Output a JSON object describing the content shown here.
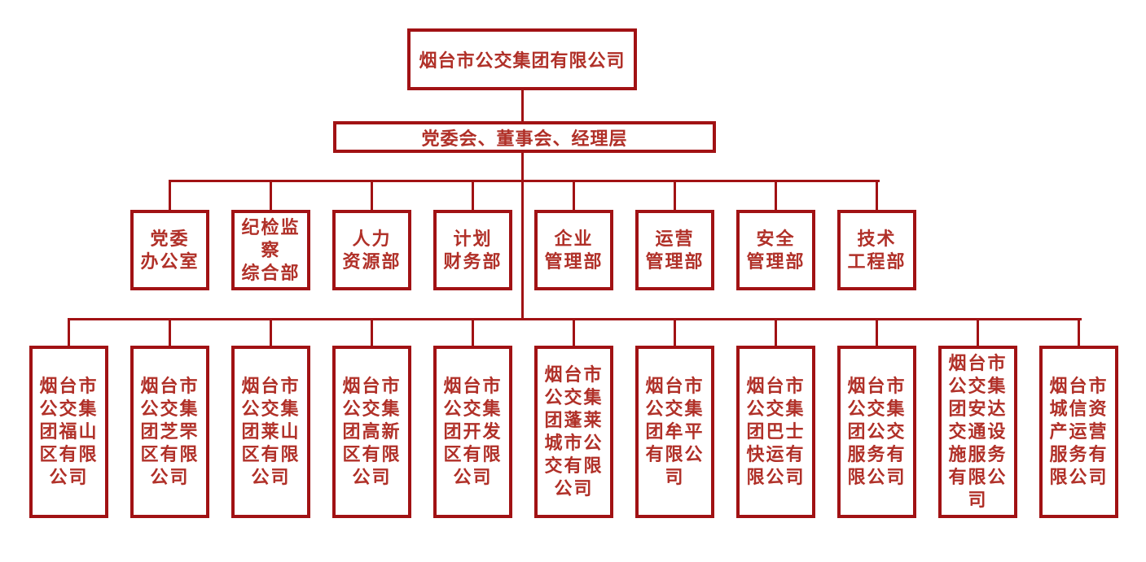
{
  "colors": {
    "line": "#A11214",
    "text": "#B03028",
    "background": "#FFFFFF"
  },
  "root": {
    "label": "烟台市公交集团有限公司"
  },
  "governance": {
    "label": "党委会、董事会、经理层"
  },
  "departments": [
    {
      "label": "党委\n办公室"
    },
    {
      "label": "纪检监\n察\n综合部"
    },
    {
      "label": "人力\n资源部"
    },
    {
      "label": "计划\n财务部"
    },
    {
      "label": "企业\n管理部"
    },
    {
      "label": "运营\n管理部"
    },
    {
      "label": "安全\n管理部"
    },
    {
      "label": "技术\n工程部"
    }
  ],
  "subsidiaries": [
    {
      "label": "烟台市\n公交集\n团福山\n区有限\n公司"
    },
    {
      "label": "烟台市\n公交集\n团芝罘\n区有限\n公司"
    },
    {
      "label": "烟台市\n公交集\n团莱山\n区有限\n公司"
    },
    {
      "label": "烟台市\n公交集\n团高新\n区有限\n公司"
    },
    {
      "label": "烟台市\n公交集\n团开发\n区有限\n公司"
    },
    {
      "label": "烟台市\n公交集\n团蓬莱\n城市公\n交有限\n公司"
    },
    {
      "label": "烟台市\n公交集\n团牟平\n有限公\n司"
    },
    {
      "label": "烟台市\n公交集\n团巴士\n快运有\n限公司"
    },
    {
      "label": "烟台市\n公交集\n团公交\n服务有\n限公司"
    },
    {
      "label": "烟台市\n公交集\n团安达\n交通设\n施服务\n有限公\n司"
    },
    {
      "label": "烟台市\n城信资\n产运营\n服务有\n限公司"
    }
  ]
}
